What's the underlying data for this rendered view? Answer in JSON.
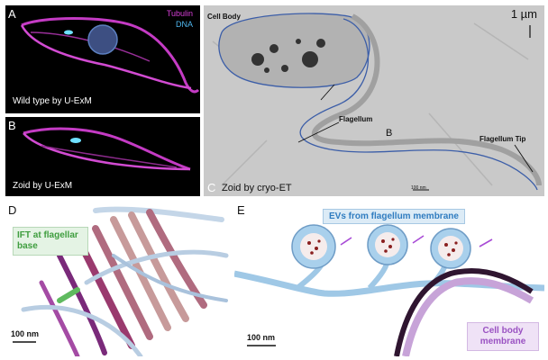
{
  "panelA": {
    "letter": "A",
    "legend_tubulin": "Tubulin",
    "legend_dna": "DNA",
    "caption": "Wild type by U-ExM",
    "colors": {
      "tubulin": "#d63fd6",
      "dna": "#4fb7ef"
    }
  },
  "panelB": {
    "letter": "B",
    "caption": "Zoid by U-ExM"
  },
  "panelC": {
    "letter": "C",
    "caption": "Zoid by cryo-ET",
    "scale": "1 µm",
    "small_scale": "100 nm",
    "label_cell_body": "Cell Body",
    "label_flagellum": "Flagellum",
    "label_flagellum_tip": "Flagellum Tip",
    "label_b": "B"
  },
  "panelD": {
    "letter": "D",
    "ift_label": "IFT at flagellar base",
    "scale": "100 nm",
    "ift_color": "#5fba5f"
  },
  "panelE": {
    "letter": "E",
    "ev_label": "EVs from flagellum membrane",
    "cell_body_label": "Cell body membrane",
    "scale": "100 nm",
    "ev_color": "#9fc8e6",
    "membrane_color": "#b58bd1"
  }
}
